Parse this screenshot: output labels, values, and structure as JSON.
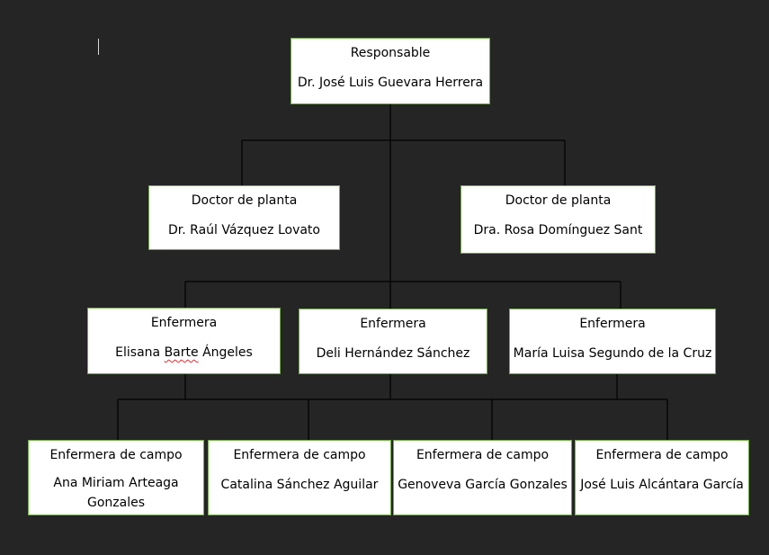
{
  "org_chart": {
    "responsable": {
      "role": "Responsable",
      "name": "Dr. José Luis Guevara Herrera"
    },
    "doctores": [
      {
        "role": "Doctor de planta",
        "name": "Dr. Raúl Vázquez Lovato"
      },
      {
        "role": "Doctor de planta",
        "name": "Dra. Rosa Domínguez Sant"
      }
    ],
    "enfermeras": [
      {
        "role": "Enfermera",
        "name_first": "Elisana ",
        "name_flagged": "Barte",
        "name_rest": " Ángeles"
      },
      {
        "role": "Enfermera",
        "name": "Deli Hernández Sánchez"
      },
      {
        "role": "Enfermera",
        "name": "María Luisa Segundo de la Cruz"
      }
    ],
    "enfermeras_campo": [
      {
        "role": "Enfermera de campo",
        "name": "Ana Miriam Arteaga Gonzales"
      },
      {
        "role": "Enfermera de campo",
        "name": "Catalina Sánchez Aguilar"
      },
      {
        "role": "Enfermera de campo",
        "name": "Genoveva García Gonzales"
      },
      {
        "role": "Enfermera de campo",
        "name": "José Luis Alcántara García"
      }
    ]
  },
  "colors": {
    "background": "#252525",
    "box_fill": "#ffffff",
    "box_border": "#70ad47",
    "connector": "#000000",
    "spellcheck": "#e03030"
  }
}
